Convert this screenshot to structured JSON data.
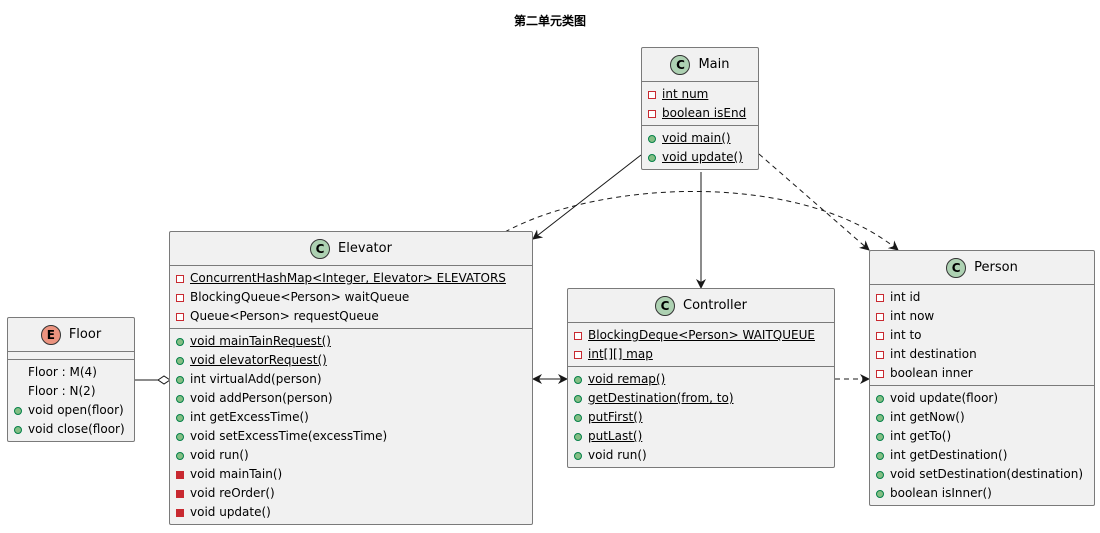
{
  "title": "第二单元类图",
  "classes": {
    "main": {
      "stereotype": "C",
      "name": "Main",
      "fields": [
        {
          "vis": "priv",
          "text": "int num",
          "static": true
        },
        {
          "vis": "priv",
          "text": "boolean isEnd",
          "static": true
        }
      ],
      "methods": [
        {
          "vis": "pub",
          "text": "void main()",
          "static": true
        },
        {
          "vis": "pub",
          "text": "void update()",
          "static": true
        }
      ]
    },
    "elevator": {
      "stereotype": "C",
      "name": "Elevator",
      "fields": [
        {
          "vis": "priv",
          "text": "ConcurrentHashMap<Integer, Elevator> ELEVATORS",
          "static": true
        },
        {
          "vis": "priv",
          "text": "BlockingQueue<Person> waitQueue",
          "static": false
        },
        {
          "vis": "priv",
          "text": "Queue<Person> requestQueue",
          "static": false
        }
      ],
      "methods": [
        {
          "vis": "pub",
          "text": "void mainTainRequest()",
          "static": true
        },
        {
          "vis": "pub",
          "text": "void elevatorRequest()",
          "static": true
        },
        {
          "vis": "pub",
          "text": "int virtualAdd(person)",
          "static": false
        },
        {
          "vis": "pub",
          "text": "void addPerson(person)",
          "static": false
        },
        {
          "vis": "pub",
          "text": "int getExcessTime()",
          "static": false
        },
        {
          "vis": "pub",
          "text": "void setExcessTime(excessTime)",
          "static": false
        },
        {
          "vis": "pub",
          "text": "void run()",
          "static": false
        },
        {
          "vis": "priv-f",
          "text": "void mainTain()",
          "static": false
        },
        {
          "vis": "priv-f",
          "text": "void reOrder()",
          "static": false
        },
        {
          "vis": "priv-f",
          "text": "void update()",
          "static": false
        }
      ]
    },
    "controller": {
      "stereotype": "C",
      "name": "Controller",
      "fields": [
        {
          "vis": "priv",
          "text": "BlockingDeque<Person> WAITQUEUE",
          "static": true
        },
        {
          "vis": "priv",
          "text": "int[][] map",
          "static": true
        }
      ],
      "methods": [
        {
          "vis": "pub",
          "text": "void remap()",
          "static": true
        },
        {
          "vis": "pub",
          "text": "getDestination(from, to)",
          "static": true
        },
        {
          "vis": "pub",
          "text": "putFirst()",
          "static": true
        },
        {
          "vis": "pub",
          "text": "putLast()",
          "static": true
        },
        {
          "vis": "pub",
          "text": "void run()",
          "static": false
        }
      ]
    },
    "person": {
      "stereotype": "C",
      "name": "Person",
      "fields": [
        {
          "vis": "priv",
          "text": "int id",
          "static": false
        },
        {
          "vis": "priv",
          "text": "int now",
          "static": false
        },
        {
          "vis": "priv",
          "text": "int to",
          "static": false
        },
        {
          "vis": "priv",
          "text": "int destination",
          "static": false
        },
        {
          "vis": "priv",
          "text": "boolean inner",
          "static": false
        }
      ],
      "methods": [
        {
          "vis": "pub",
          "text": "void update(floor)",
          "static": false
        },
        {
          "vis": "pub",
          "text": "int getNow()",
          "static": false
        },
        {
          "vis": "pub",
          "text": "int getTo()",
          "static": false
        },
        {
          "vis": "pub",
          "text": "int getDestination()",
          "static": false
        },
        {
          "vis": "pub",
          "text": "void setDestination(destination)",
          "static": false
        },
        {
          "vis": "pub",
          "text": "boolean isInner()",
          "static": false
        }
      ]
    },
    "floor": {
      "stereotype": "E",
      "name": "Floor",
      "fields": [],
      "methods": [
        {
          "vis": "none",
          "text": "Floor : M(4)",
          "static": false
        },
        {
          "vis": "none",
          "text": "Floor : N(2)",
          "static": false
        },
        {
          "vis": "pub",
          "text": "void open(floor)",
          "static": false
        },
        {
          "vis": "pub",
          "text": "void close(floor)",
          "static": false
        }
      ]
    }
  },
  "colors": {
    "class_circle": "#add1b2",
    "enum_circle": "#eb937f",
    "box_fill": "#f1f1f1",
    "private_marker": "#c82930",
    "public_marker": "#84be84"
  }
}
